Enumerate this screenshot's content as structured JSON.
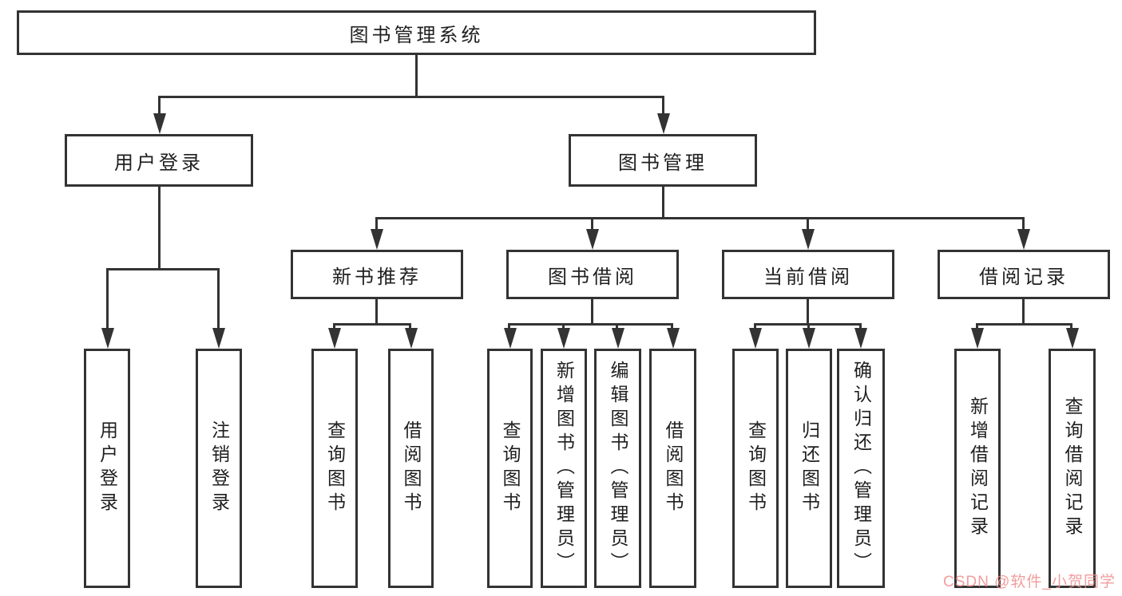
{
  "diagram": {
    "title": "图书管理系统",
    "level2": {
      "user_login": "用户登录",
      "book_management": "图书管理"
    },
    "level3": {
      "new_book_recommend": "新书推荐",
      "book_borrow": "图书借阅",
      "current_borrow": "当前借阅",
      "borrow_records": "借阅记录"
    },
    "leaves": {
      "login": "用户登录",
      "logout": "注销登录",
      "recommend_query": "查询图书",
      "recommend_borrow": "借阅图书",
      "borrow_query": "查询图书",
      "borrow_add": "新增图书（管理员）",
      "borrow_edit": "编辑图书（管理员）",
      "borrow_borrow": "借阅图书",
      "current_query": "查询图书",
      "current_return": "归还图书",
      "current_confirm": "确认归还（管理员）",
      "records_add": "新增借阅记录",
      "records_query": "查询借阅记录"
    }
  },
  "watermark": "CSDN @软件_小贺同学",
  "colors": {
    "line": "#333333",
    "box_border": "#333333",
    "text": "#1f1f1f",
    "watermark": "#f08c8c",
    "background": "#ffffff"
  }
}
